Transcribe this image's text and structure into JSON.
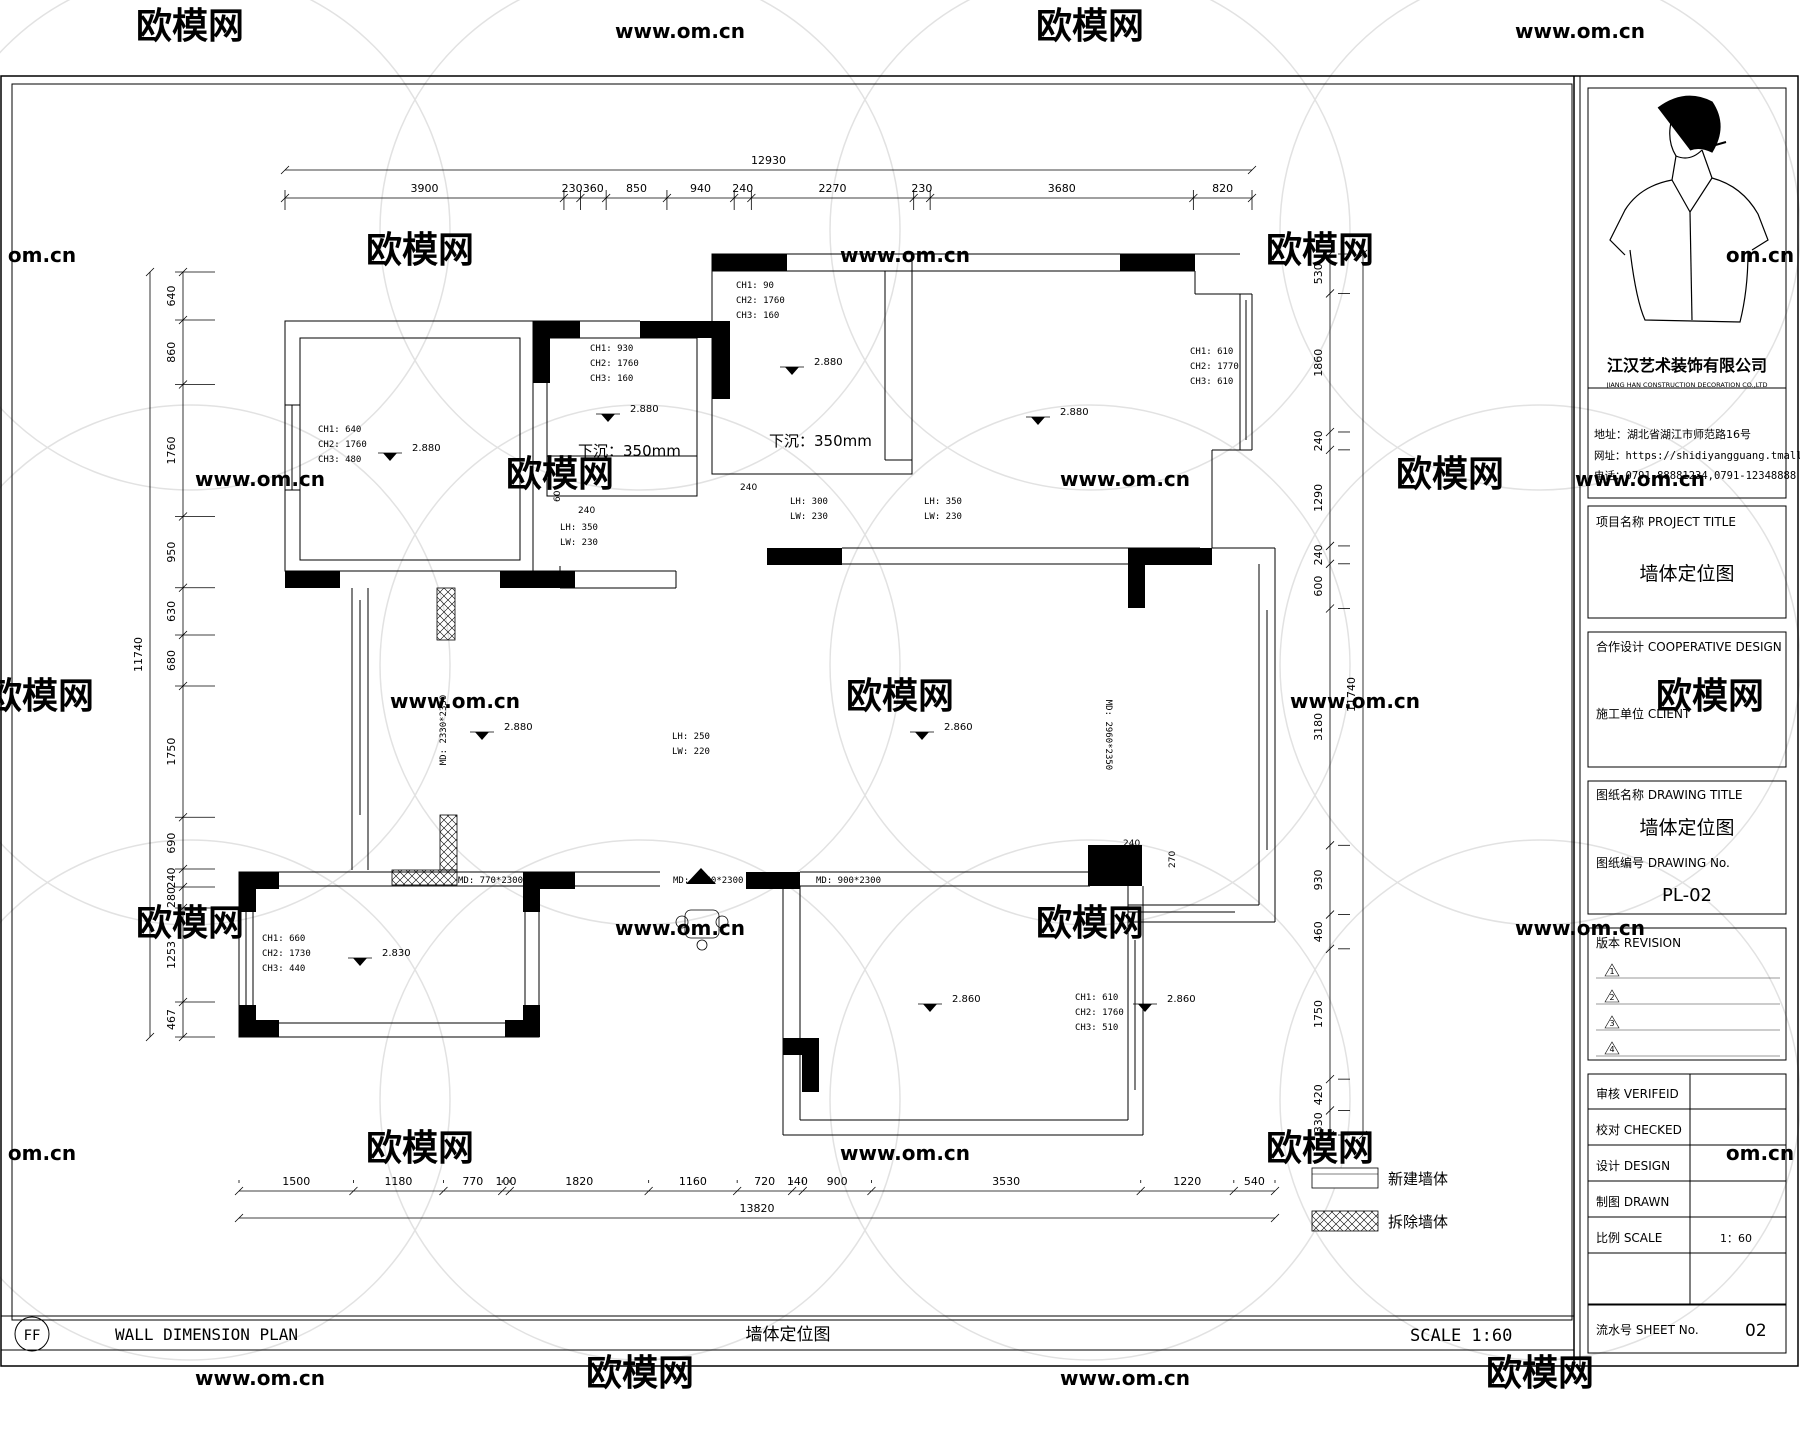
{
  "watermark": {
    "brand": "欧模网",
    "url": "www.om.cn",
    "partial_url": "om.cn"
  },
  "plan": {
    "top_overall": "12930",
    "top_segments": [
      "3900",
      "230",
      "360",
      "850",
      "940",
      "240",
      "2270",
      "230",
      "3680",
      "820"
    ],
    "bottom_overall": "13820",
    "bottom_segments": [
      "1500",
      "1180",
      "770",
      "100",
      "1820",
      "1160",
      "720",
      "140",
      "900",
      "3530",
      "1220",
      "540"
    ],
    "left_overall": "11740",
    "left_segments": [
      "640",
      "860",
      "1760",
      "950",
      "630",
      "680",
      "1750",
      "690",
      "240",
      "280",
      "1253",
      "467"
    ],
    "right_overall": "11740",
    "right_segments": [
      "530",
      "1860",
      "240",
      "1290",
      "240",
      "600",
      "3180",
      "930",
      "460",
      "1750",
      "420",
      "330"
    ],
    "elevations": [
      "2.880",
      "2.880",
      "2.880",
      "2.880",
      "2.880",
      "2.860",
      "2.860",
      "2.830",
      "2.860"
    ],
    "sink_notes": [
      "下沉：350mm",
      "下沉：350mm"
    ],
    "window_notes": [
      [
        "CH1: 640",
        "CH2: 1760",
        "CH3: 480"
      ],
      [
        "CH1: 930",
        "CH2: 1760",
        "CH3: 160"
      ],
      [
        "CH1: 90",
        "CH2: 1760",
        "CH3: 160"
      ],
      [
        "CH1: 610",
        "CH2: 1770",
        "CH3: 610"
      ],
      [
        "CH1: 660",
        "CH2: 1730",
        "CH3: 440"
      ],
      [
        "CH1: 610",
        "CH2: 1760",
        "CH3: 510"
      ]
    ],
    "beam_notes": [
      [
        "LH: 350",
        "LW: 230"
      ],
      [
        "LH: 300",
        "LW: 230"
      ],
      [
        "LH: 350",
        "LW: 230"
      ],
      [
        "LH: 250",
        "LW: 220"
      ]
    ],
    "door_notes": [
      "MD: 2330*2350",
      "MD: 2960*2350",
      "MD: 770*2300",
      "MD: 1160*2300",
      "MD: 900*2300"
    ],
    "small_dims": [
      "60",
      "240",
      "240",
      "240",
      "270"
    ]
  },
  "legend": {
    "new_wall": "新建墙体",
    "demolish_wall": "拆除墙体"
  },
  "title_block": {
    "company": "江汉艺术装饰有限公司",
    "company_en": "JIANG HAN CONSTRUCTION DECORATION CO.,LTD",
    "address": "地址：湖北省湖江市师范路16号",
    "website": "网址：https://shidiyangguang.tmall",
    "phone": "电话：0791-88881234,0791-12348888",
    "project_title_label": "项目名称 PROJECT TITLE",
    "project_title": "墙体定位图",
    "coop_design_label": "合作设计 COOPERATIVE DESIGN",
    "client_label": "施工单位 CLIENT",
    "drawing_title_label": "图纸名称 DRAWING TITLE",
    "drawing_title": "墙体定位图",
    "drawing_no_label": "图纸编号 DRAWING No.",
    "drawing_no": "PL-02",
    "revision_label": "版本 REVISION",
    "revisions": [
      "1",
      "2",
      "3",
      "4"
    ],
    "verified_label": "审核 VERIFEID",
    "checked_label": "校对 CHECKED",
    "design_label": "设计 DESIGN",
    "drawn_label": "制图 DRAWN",
    "scale_label": "比例 SCALE",
    "scale_value": "1：60",
    "sheet_no_label": "流水号 SHEET No.",
    "sheet_no": "02"
  },
  "footer": {
    "badge": "FF",
    "title_en": "WALL DIMENSION PLAN",
    "title_cn": "墙体定位图",
    "scale": "SCALE 1:60"
  }
}
